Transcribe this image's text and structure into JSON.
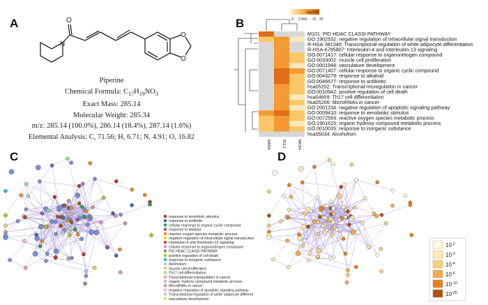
{
  "panels": {
    "a": "A",
    "b": "B",
    "c": "C",
    "d": "D"
  },
  "compound": {
    "name": "Piperine",
    "formula_prefix": "Chemical Formula: C",
    "formula_c": "17",
    "formula_h_prefix": "H",
    "formula_h": "19",
    "formula_suffix": "NO",
    "formula_o": "3",
    "exact_mass": "Exact Mass: 285.14",
    "molecular_weight": "Molecular Weight: 285.34",
    "mz": "m/z: 285.14 (100.0%), 286.14 (18.4%), 287.14 (1.6%)",
    "elemental": "Elemental Analysis: C, 71.56; H, 6.71; N, 4.91; O, 16.82",
    "atoms": {
      "o": "O",
      "n": "N"
    }
  },
  "heatmap": {
    "colorbar_title": "-log10(P)",
    "colorbar_ticks": [
      "0",
      "2.56",
      "6",
      "10",
      "20"
    ],
    "columns": [
      "MADA",
      "BCL2",
      "NR3H4"
    ],
    "rows": [
      {
        "label": "M101: PID HDAC CLASSI PATHWAY",
        "levels": [
          4,
          0,
          0
        ]
      },
      {
        "label": "GO:1902532: negative regulation of intracellular signal transduction",
        "levels": [
          2,
          3,
          1
        ]
      },
      {
        "label": "R-HSA-381340: Transcriptional regulation of white adipocyte differentiation",
        "levels": [
          0,
          3,
          0
        ]
      },
      {
        "label": "R-HSA-6785807: Interleukin-4 and Interleukin-13 signaling",
        "levels": [
          0,
          3,
          0
        ]
      },
      {
        "label": "GO:0071417: cellular response to organonitrogen compound",
        "levels": [
          0,
          3,
          2
        ]
      },
      {
        "label": "GO:0033002: muscle cell proliferation",
        "levels": [
          0,
          3,
          2
        ]
      },
      {
        "label": "GO:0001944: vasculature development",
        "levels": [
          0,
          3,
          1
        ]
      },
      {
        "label": "GO:0071407: cellular response to organic cyclic compound",
        "levels": [
          0,
          4,
          3
        ]
      },
      {
        "label": "GO:0043279: response to alkaloid",
        "levels": [
          0,
          4,
          2
        ]
      },
      {
        "label": "GO:0046677: response to antibiotic",
        "levels": [
          0,
          4,
          2
        ]
      },
      {
        "label": "hsa05202: Transcriptional misregulation in cancer",
        "levels": [
          0,
          3,
          2
        ]
      },
      {
        "label": "GO:0010942: positive regulation of cell death",
        "levels": [
          0,
          3,
          2
        ]
      },
      {
        "label": "hsa04659: Th17 cell differentiation",
        "levels": [
          0,
          3,
          1
        ]
      },
      {
        "label": "hsa05206: MicroRNAs in cancer",
        "levels": [
          0,
          3,
          2
        ]
      },
      {
        "label": "GO:2001234: negative regulation of apoptotic signaling pathway",
        "levels": [
          0,
          3,
          1
        ]
      },
      {
        "label": "GO:0009410: response to xenobiotic stimulus",
        "levels": [
          3,
          4,
          2
        ]
      },
      {
        "label": "GO:0072593: reactive oxygen species metabolic process",
        "levels": [
          2,
          3,
          2
        ]
      },
      {
        "label": "GO:1901615: organic hydroxy compound metabolic process",
        "levels": [
          2,
          3,
          1
        ]
      },
      {
        "label": "GO:0010035: response to inorganic substance",
        "levels": [
          2,
          3,
          2
        ]
      },
      {
        "label": "hsa05034: Alcoholism",
        "levels": [
          0,
          0,
          0
        ]
      }
    ],
    "palette": [
      "#d7d7d7",
      "#fde9bd",
      "#fbc768",
      "#f59a32",
      "#df6e16"
    ]
  },
  "network_legend": [
    {
      "label": "response to xenobiotic stimulus",
      "color": "#c0392b"
    },
    {
      "label": "response to antibiotic",
      "color": "#3a6fb0"
    },
    {
      "label": "cellular response to organic cyclic compound",
      "color": "#2a9d5c"
    },
    {
      "label": "response to alkaloid",
      "color": "#8e5ab5"
    },
    {
      "label": "reactive oxygen species metabolic process",
      "color": "#f08a24"
    },
    {
      "label": "negative regulation of intracellular signal transduction",
      "color": "#e5d43a"
    },
    {
      "label": "Interleukin-4 and Interleukin-13 signaling",
      "color": "#9a5b2e"
    },
    {
      "label": "cellular response to organonitrogen compound",
      "color": "#e88fbf"
    },
    {
      "label": "PID HDAC CLASSI PATHWAY",
      "color": "#8a8a8a"
    },
    {
      "label": "positive regulation of cell death",
      "color": "#b6c234"
    },
    {
      "label": "response to inorganic substance",
      "color": "#37b9c9"
    },
    {
      "label": "Alcoholism",
      "color": "#aec7e8"
    },
    {
      "label": "muscle cell proliferation",
      "color": "#ffbb78"
    },
    {
      "label": "Th17 cell differentiation",
      "color": "#98df8a"
    },
    {
      "label": "Transcriptional misregulation in cancer",
      "color": "#ff9896"
    },
    {
      "label": "organic hydroxy compound metabolic process",
      "color": "#c5b0d5"
    },
    {
      "label": "MicroRNAs in cancer",
      "color": "#c49c94"
    },
    {
      "label": "negative regulation of apoptotic signaling pathway",
      "color": "#f7b6d2"
    },
    {
      "label": "Transcriptional regulation of white adipocyte different",
      "color": "#c7c7c7"
    },
    {
      "label": "vasculature development",
      "color": "#dbdb8d"
    }
  ],
  "pvalue_scale": [
    {
      "label": "10-2",
      "base": "10",
      "exp": "-2",
      "color": "#fffbe3"
    },
    {
      "label": "10-3",
      "base": "10",
      "exp": "-3",
      "color": "#fde9b4"
    },
    {
      "label": "10-4",
      "base": "10",
      "exp": "-4",
      "color": "#fbd07a"
    },
    {
      "label": "10-6",
      "base": "10",
      "exp": "-6",
      "color": "#f7ae46"
    },
    {
      "label": "10-10",
      "base": "10",
      "exp": "-10",
      "color": "#e8801f"
    },
    {
      "label": "10-20",
      "base": "10",
      "exp": "-20",
      "color": "#b64f0c"
    }
  ]
}
